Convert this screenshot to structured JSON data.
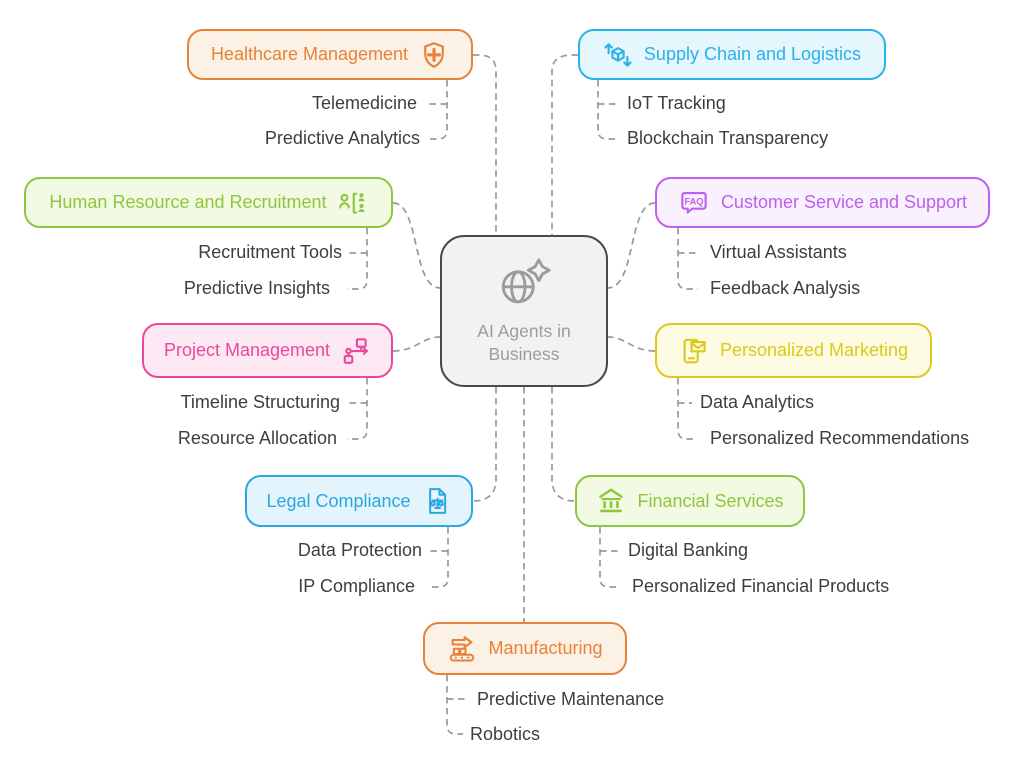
{
  "center": {
    "lines": [
      "AI Agents in",
      "Business"
    ],
    "icon": "globe-sparkle-icon"
  },
  "colors": {
    "connector": "#9a9a9a",
    "sub_label": "#3e3e3e",
    "center_border": "#4a4a4a",
    "center_fill": "#f2f2f2",
    "center_text": "#9c9c9c",
    "background": "#ffffff"
  },
  "branches": [
    {
      "label": "Healthcare Management",
      "icon": "shield-cross-icon",
      "color": "#E8823B",
      "fill": "#FCF1E5",
      "children": [
        "Telemedicine",
        "Predictive Analytics"
      ]
    },
    {
      "label": "Supply Chain and Logistics",
      "icon": "cube-arrows-icon",
      "color": "#29B2E8",
      "fill": "#E5F6FD",
      "children": [
        "IoT Tracking",
        "Blockchain Transparency"
      ]
    },
    {
      "label": "Human Resource and Recruitment",
      "icon": "org-people-icon",
      "color": "#8DC63F",
      "fill": "#F3FAE3",
      "children": [
        "Recruitment Tools",
        "Predictive Insights"
      ]
    },
    {
      "label": "Customer Service and Support",
      "icon": "faq-bubble-icon",
      "color": "#BE5FEF",
      "fill": "#FAF1FE",
      "children": [
        "Virtual Assistants",
        "Feedback Analysis"
      ]
    },
    {
      "label": "Project Management",
      "icon": "flowchart-icon",
      "color": "#EC4899",
      "fill": "#FDE9F4",
      "children": [
        "Timeline Structuring",
        "Resource Allocation"
      ]
    },
    {
      "label": "Personalized Marketing",
      "icon": "phone-mail-icon",
      "color": "#DCC91C",
      "fill": "#FDFBE1",
      "children": [
        "Data Analytics",
        "Personalized Recommendations"
      ]
    },
    {
      "label": "Legal Compliance",
      "icon": "document-scales-icon",
      "color": "#29A8E0",
      "fill": "#E4F4FC",
      "children": [
        "Data Protection",
        "IP Compliance"
      ]
    },
    {
      "label": "Financial Services",
      "icon": "bank-icon",
      "color": "#8DC63F",
      "fill": "#F3FAE3",
      "children": [
        "Digital Banking",
        "Personalized Financial Products"
      ]
    },
    {
      "label": "Manufacturing",
      "icon": "conveyor-icon",
      "color": "#E8823B",
      "fill": "#FCF1E5",
      "children": [
        "Predictive Maintenance",
        "Robotics"
      ]
    }
  ]
}
